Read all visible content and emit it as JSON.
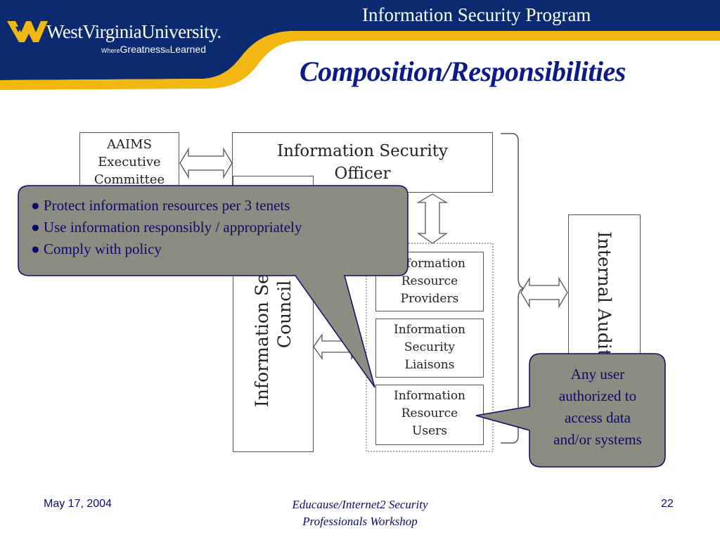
{
  "header": {
    "university_name": "WestVirginiaUniversity.",
    "tagline_where": "Where",
    "tagline_greatness": "Greatness",
    "tagline_is": "is",
    "tagline_learned": "Learned",
    "program_title": "Information Security Program",
    "logo_icon": "wv-flying-logo-icon"
  },
  "slide": {
    "title": "Composition/Responsibilities"
  },
  "diagram": {
    "aaims": [
      "AAIMS",
      "Executive",
      "Committee"
    ],
    "iso": [
      "Information Security",
      "Officer"
    ],
    "irp": [
      "Information",
      "Resource",
      "Providers"
    ],
    "isl": [
      "Information",
      "Security",
      "Liaisons"
    ],
    "iru": [
      "Information",
      "Resource",
      "Users"
    ],
    "council": [
      "Information Security",
      "Council"
    ],
    "audit": "Internal Audit"
  },
  "callout_main": {
    "bullets": [
      "● Protect information resources per 3 tenets",
      "● Use information responsibly / appropriately",
      "● Comply with policy"
    ]
  },
  "callout_user": {
    "lines": [
      "Any user",
      "authorized to",
      "access data",
      "and/or systems"
    ]
  },
  "footer": {
    "date": "May 17, 2004",
    "event_line1": "Educause/Internet2 Security",
    "event_line2": "Professionals Workshop",
    "page_number": "22"
  },
  "colors": {
    "header_navy": "#0b2a6f",
    "header_gold": "#f2b712",
    "title_blue": "#0c1a8a",
    "callout_fill": "#8c8c80",
    "text_navy": "#0b0b6e"
  }
}
